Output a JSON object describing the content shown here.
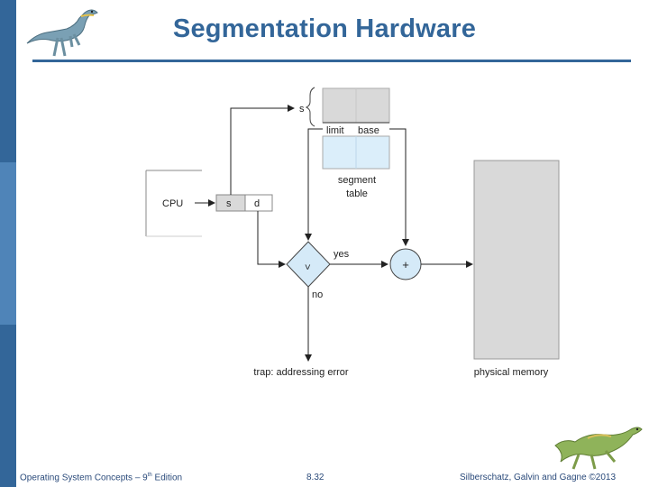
{
  "slide": {
    "title": "Segmentation Hardware",
    "footer_left_prefix": "Operating System Concepts – 9",
    "footer_left_sup": "th",
    "footer_left_suffix": " Edition",
    "footer_page": "8.32",
    "footer_right": "Silberschatz, Galvin and Gagne ©2013"
  },
  "diagram": {
    "cpu_label": "CPU",
    "address_s": "s",
    "address_d": "d",
    "segment_index_label": "s",
    "limit_label": "limit",
    "base_label": "base",
    "segment_table_line1": "segment",
    "segment_table_line2": "table",
    "comparator_symbol": "<",
    "yes_label": "yes",
    "no_label": "no",
    "adder_symbol": "+",
    "trap_label": "trap: addressing error",
    "memory_label": "physical memory"
  },
  "colors": {
    "brand": "#336699",
    "table_gray": "#d9d9d9",
    "table_blue": "#dbeefa",
    "diamond_blue": "#d5eaf8"
  }
}
